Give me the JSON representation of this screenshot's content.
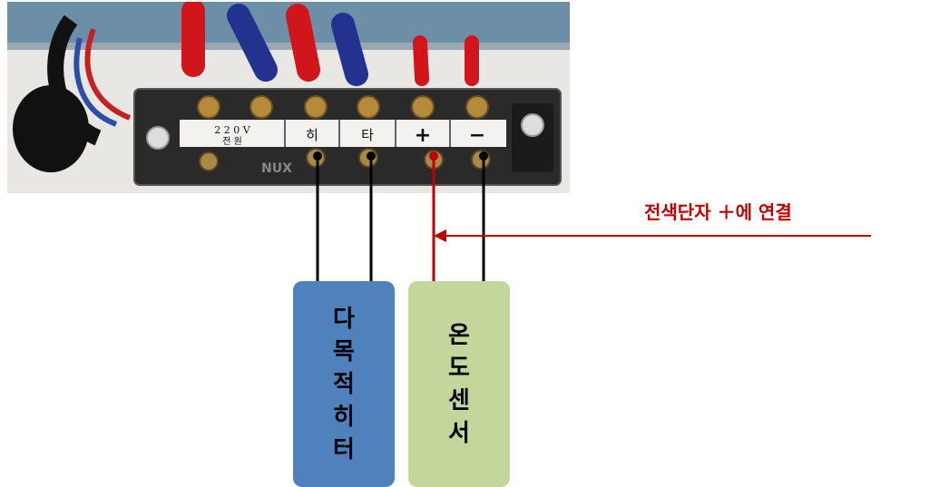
{
  "photo": {
    "description_labels": {
      "power_top": "2 2 0 V",
      "power_bottom": "전 원",
      "heater_left": "히",
      "heater_right": "타",
      "plus": "+",
      "minus": "−",
      "brand": "NUX"
    }
  },
  "heater_box": {
    "chars": [
      "다",
      "목",
      "적",
      "히",
      "터"
    ]
  },
  "sensor_box": {
    "chars": [
      "온",
      "도",
      "센",
      "서"
    ]
  },
  "callout": {
    "text": "전색단자 ＋에 연결"
  },
  "colors": {
    "heater_fill": "#4F81BD",
    "sensor_fill": "#C3D69B",
    "accent_red": "#C00000",
    "wire_black": "#000000"
  }
}
